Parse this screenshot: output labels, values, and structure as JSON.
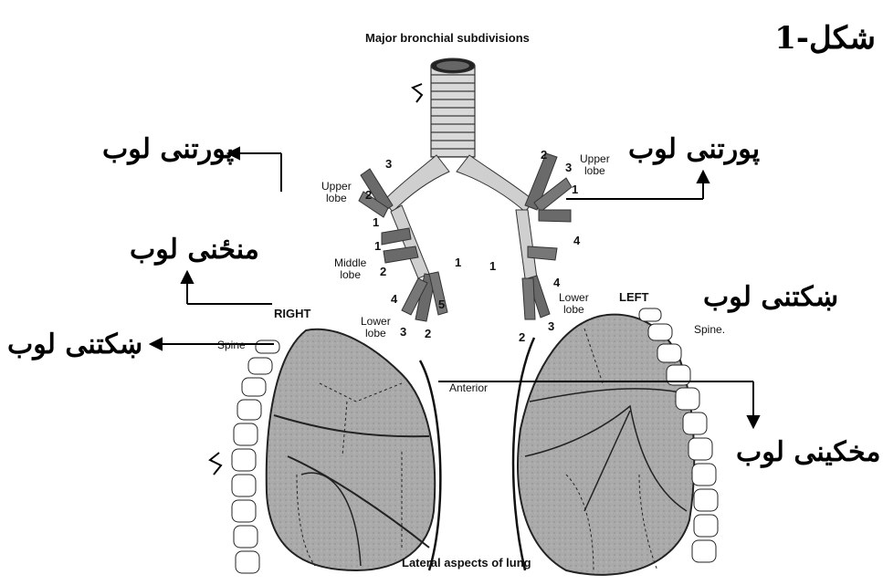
{
  "figure_label": "شکل-1",
  "diagram_titles": {
    "top": "Major bronchial subdivisions",
    "bottom": "Lateral aspects of lung"
  },
  "side_labels": {
    "right": "RIGHT",
    "left": "LEFT",
    "spine_right": "Spine",
    "spine_left": "Spine.",
    "anterior": "Anterior"
  },
  "bronchi_labels": {
    "right_upper": "Upper\nlobe",
    "right_middle": "Middle\nlobe",
    "right_lower": "Lower\nlobe",
    "left_upper": "Upper\nlobe",
    "left_lower": "Lower\nlobe"
  },
  "bronchi_numbers": {
    "r3": "3",
    "r2": "2",
    "r1a": "1",
    "r1b": "1",
    "r2b": "2",
    "r4": "4",
    "r5": "5",
    "r3b": "3",
    "r2c": "2",
    "rcenter1": "1",
    "l2": "2",
    "l3": "3",
    "l1": "1",
    "l4a": "4",
    "l4b": "4",
    "lcenter1": "1",
    "l3b": "3",
    "l2b": "2"
  },
  "annotations": {
    "upper_lobe_left_side": "پورتنی لوب",
    "upper_lobe_right_side": "پورتنی لوب",
    "middle_lobe": "منځنی لوب",
    "lower_lobe_left_side": "ښکتنی لوب",
    "lower_lobe_right_side": "ښکتنی لوب",
    "anterior_lobe": "مخکینی لوب"
  },
  "colors": {
    "ink": "#111111",
    "bronchus_dark": "#5a5a5a",
    "bronchus_light": "#bdbdbd",
    "lung_fill": "#a9a9a9"
  }
}
